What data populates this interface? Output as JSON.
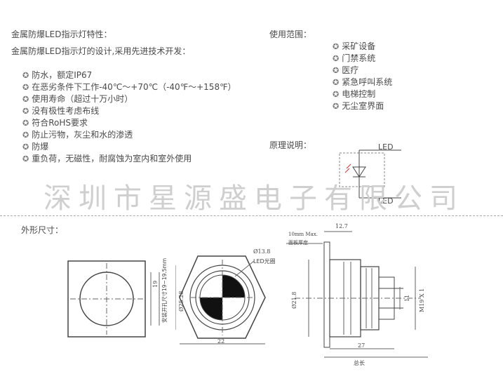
{
  "left": {
    "title1": "金属防爆LED指示灯特性：",
    "title2": "金属防爆LED指示灯的设计,采用先进技术开发：",
    "features": [
      "防水，额定IP67",
      "在恶劣条件下工作-40℃～+70℃（-40℉～+158℉）",
      "使用寿命（超过十万小时）",
      "没有极性考虑布线",
      "符合RoHS要求",
      "防止污物，灰尘和水的渗透",
      "防爆",
      "重负荷，无磁性，耐腐蚀为室内和室外使用"
    ]
  },
  "right": {
    "usage_title": "使用范围：",
    "usage_items": [
      "采矿设备",
      "门禁系统",
      "医疗",
      "紧急呼叫系统",
      "电梯控制",
      "无尘室界面"
    ],
    "principle_title": "原理说明：",
    "led_top": "LED",
    "led_bottom": "LED"
  },
  "watermark": "深圳市星源盛电子有限公司",
  "dimensions": {
    "title": "外形尺寸：",
    "panel_cutout": "安装开孔尺寸19~19.5mm",
    "panel_19": "19",
    "front_d138": "Ø13.8",
    "front_led": "LED光圈",
    "front_d2528": "Ø25.28",
    "front_22": "22",
    "side_127": "12.7",
    "side_maxthick": "10mm Max.",
    "side_panel_thick": "面板厚度",
    "side_d218": "Ø21.8",
    "side_thread": "M19 X 1",
    "side_11": "11",
    "side_27": "27",
    "side_total": "总长"
  },
  "colors": {
    "text": "#4a4a4a",
    "line": "#555555",
    "watermark": "#cfcfcf"
  }
}
